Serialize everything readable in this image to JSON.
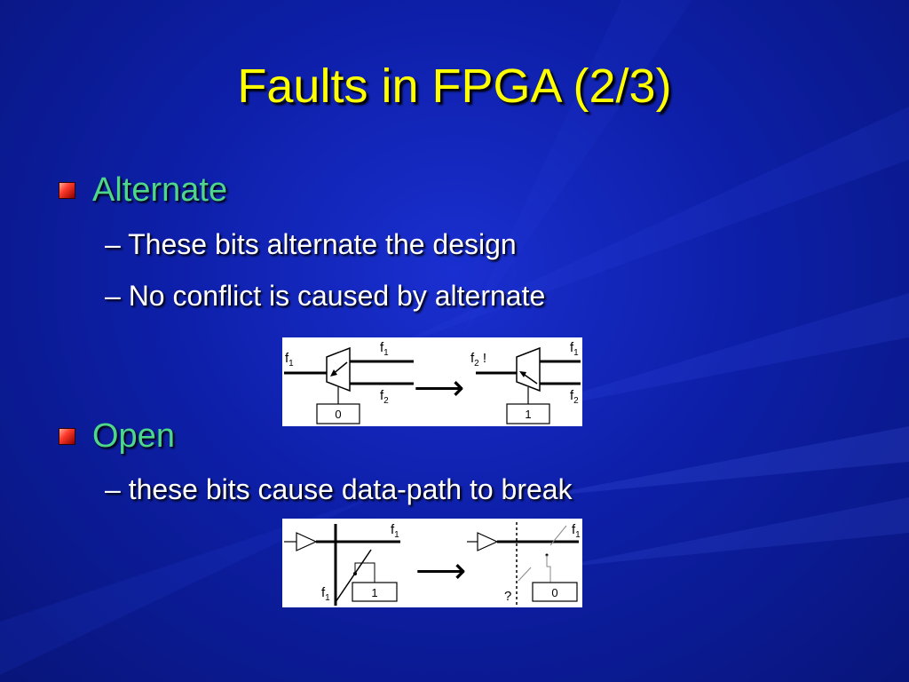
{
  "title": "Faults in FPGA (2/3)",
  "bullets": [
    {
      "label": "Alternate",
      "subs": [
        "– These bits alternate the design",
        "– No conflict is caused by alternate"
      ]
    },
    {
      "label": "Open",
      "subs": [
        "– these bits cause data-path to break"
      ]
    }
  ],
  "figure_alternate": {
    "left": {
      "in": "f",
      "in_sub": "1",
      "top": "f",
      "top_sub": "1",
      "bot": "f",
      "bot_sub": "2",
      "bit": "0"
    },
    "right": {
      "in": "f",
      "in_sub": "2",
      "in_suffix": " !",
      "top": "f",
      "top_sub": "1",
      "bot": "f",
      "bot_sub": "2",
      "bit": "1"
    },
    "arrow": "⟶"
  },
  "figure_open": {
    "left": {
      "top": "f",
      "top_sub": "1",
      "bot": "f",
      "bot_sub": "1",
      "bit": "1"
    },
    "right": {
      "top": "f",
      "top_sub": "1",
      "unknown": "?",
      "bit": "0"
    },
    "arrow": "⟶"
  },
  "colors": {
    "title": "#ffff00",
    "bullet": "#4dd68c",
    "text": "#ffffff",
    "background": "#0d1fa8"
  }
}
